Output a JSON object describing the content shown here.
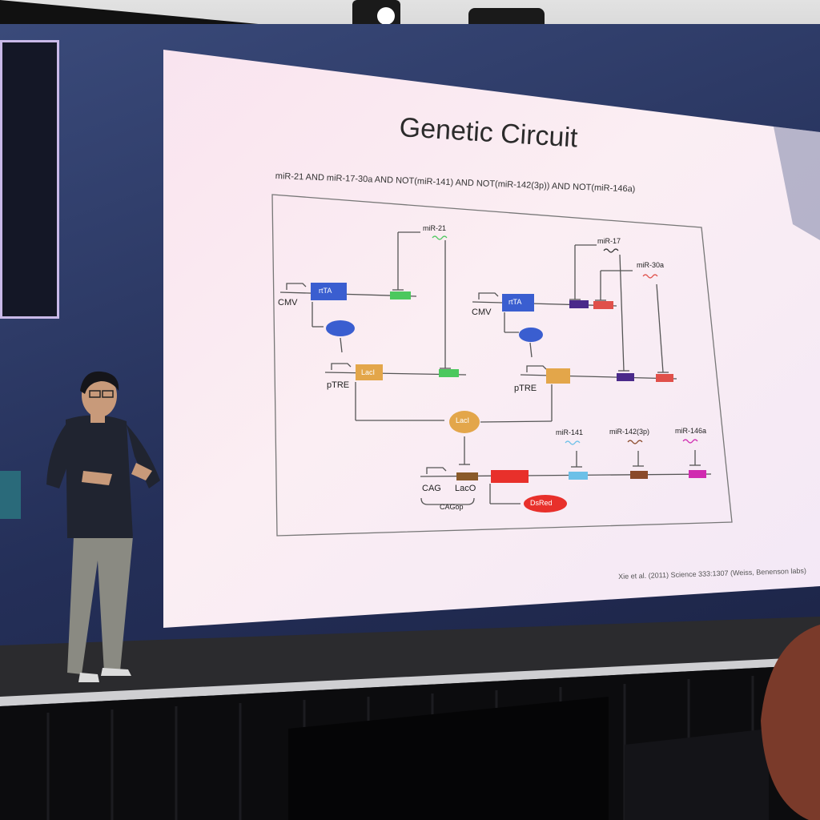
{
  "slide": {
    "title": "Genetic Circuit",
    "subtitle": "miR-21 AND miR-17-30a AND NOT(miR-141) AND NOT(miR-142(3p)) AND NOT(miR-146a)",
    "citation": "Xie et al. (2011) Science 333:1307 (Weiss, Benenson labs)",
    "diagram": {
      "promoters": [
        "CMV",
        "pTRE",
        "CMV",
        "pTRE",
        "CAG"
      ],
      "genes": [
        "rtTA",
        "rtTA",
        "LacI",
        "LacI",
        "LacO",
        "DsRed"
      ],
      "cagop": "CAGop",
      "mirnas": [
        "miR-21",
        "miR-17",
        "miR-30a",
        "miR-141",
        "miR-142(3p)",
        "miR-146a"
      ]
    }
  },
  "colors": {
    "rtTA": "#3a5ed0",
    "lacI": "#e3a64a",
    "dsred": "#e8302b",
    "mir21_site": "#4cc85e",
    "mir17_site": "#4a2a8a",
    "mir30a_site": "#e0504a",
    "mir141_site": "#6cc0e8",
    "mir142_site": "#8a4a2a",
    "mir146a_site": "#d02ab0"
  }
}
